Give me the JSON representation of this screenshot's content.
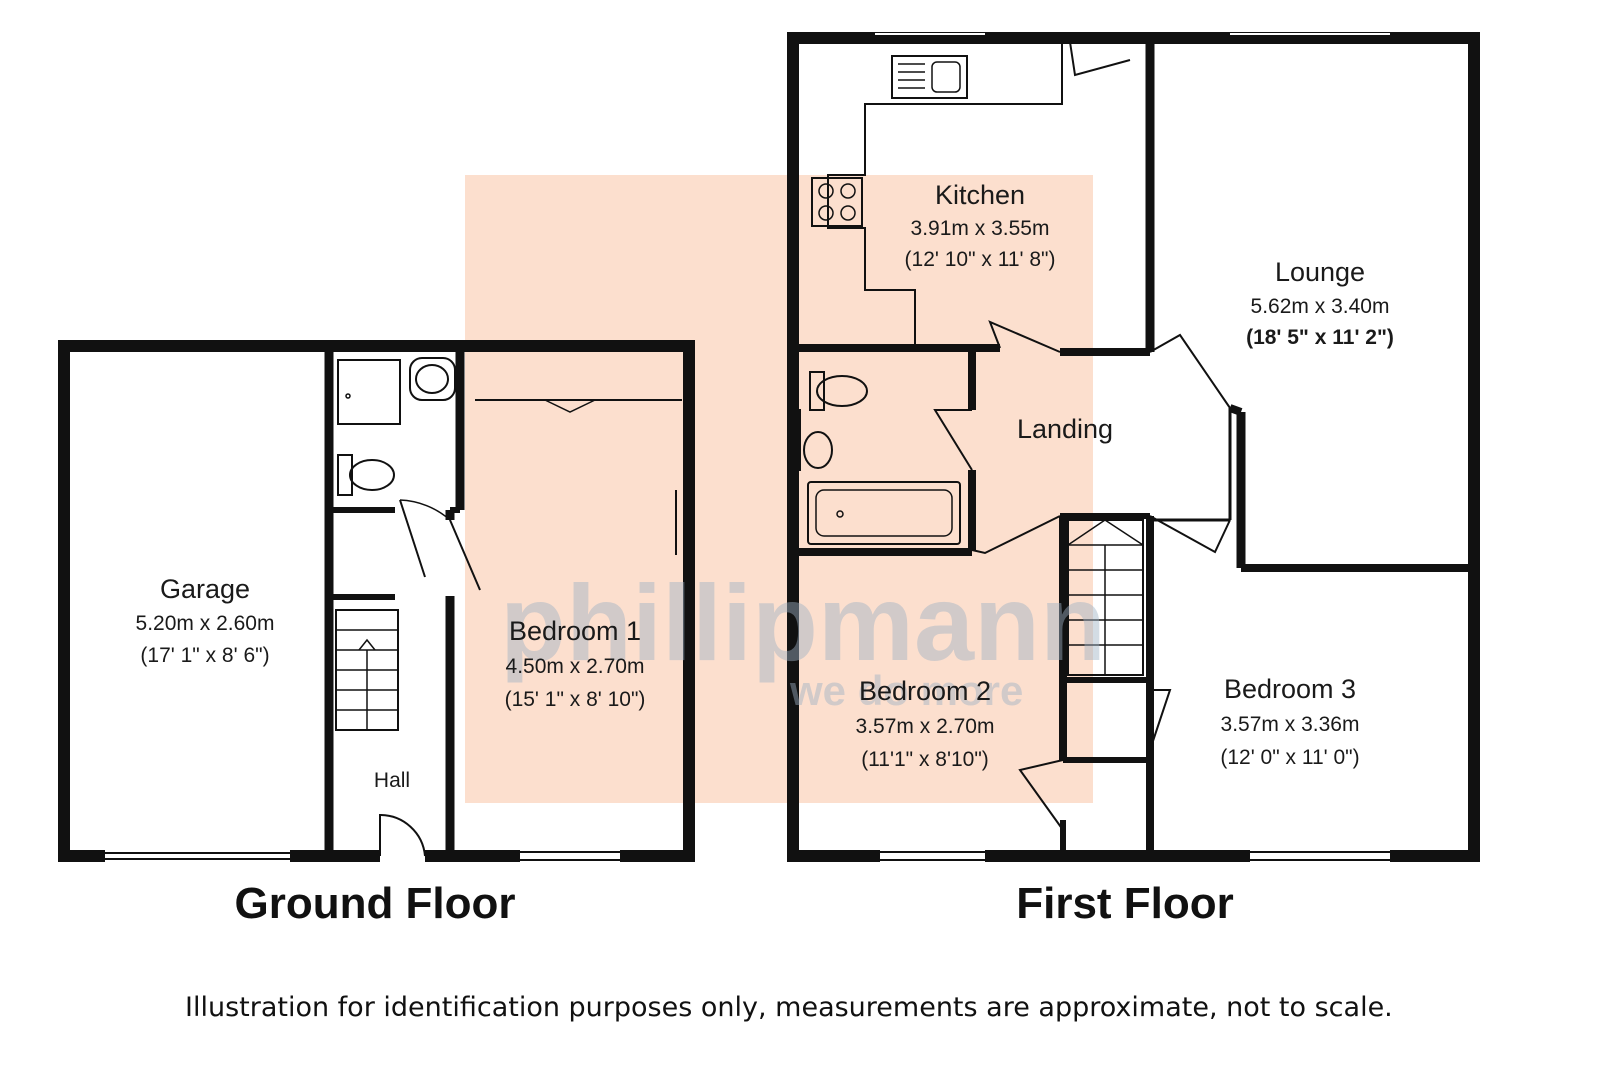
{
  "floors": {
    "ground": {
      "title": "Ground Floor",
      "rooms": {
        "garage": {
          "name": "Garage",
          "metric": "5.20m x 2.60m",
          "imperial": "(17' 1\" x 8' 6\")"
        },
        "hall": {
          "name": "Hall"
        },
        "bedroom1": {
          "name": "Bedroom 1",
          "metric": "4.50m x 2.70m",
          "imperial": "(15' 1\" x 8' 10\")"
        }
      }
    },
    "first": {
      "title": "First Floor",
      "rooms": {
        "kitchen": {
          "name": "Kitchen",
          "metric": "3.91m x 3.55m",
          "imperial": "(12' 10\" x 11' 8\")"
        },
        "lounge": {
          "name": "Lounge",
          "metric": "5.62m x 3.40m",
          "imperial": "(18' 5\" x 11' 2\")"
        },
        "landing": {
          "name": "Landing"
        },
        "bedroom2": {
          "name": "Bedroom 2",
          "metric": "3.57m x 2.70m",
          "imperial": "(11'1\" x 8'10\")"
        },
        "bedroom3": {
          "name": "Bedroom 3",
          "metric": "3.57m x 3.36m",
          "imperial": "(12' 0\" x 11' 0\")"
        }
      }
    }
  },
  "watermark": {
    "brand": "phillipmann",
    "tagline": "we do more",
    "color": "#fbd9c6"
  },
  "disclaimer": "Illustration for identification purposes only, measurements are approximate, not to scale.",
  "colors": {
    "wall": "#111111",
    "fixture": "#333333",
    "watermark_panel": "#fbd9c6"
  }
}
